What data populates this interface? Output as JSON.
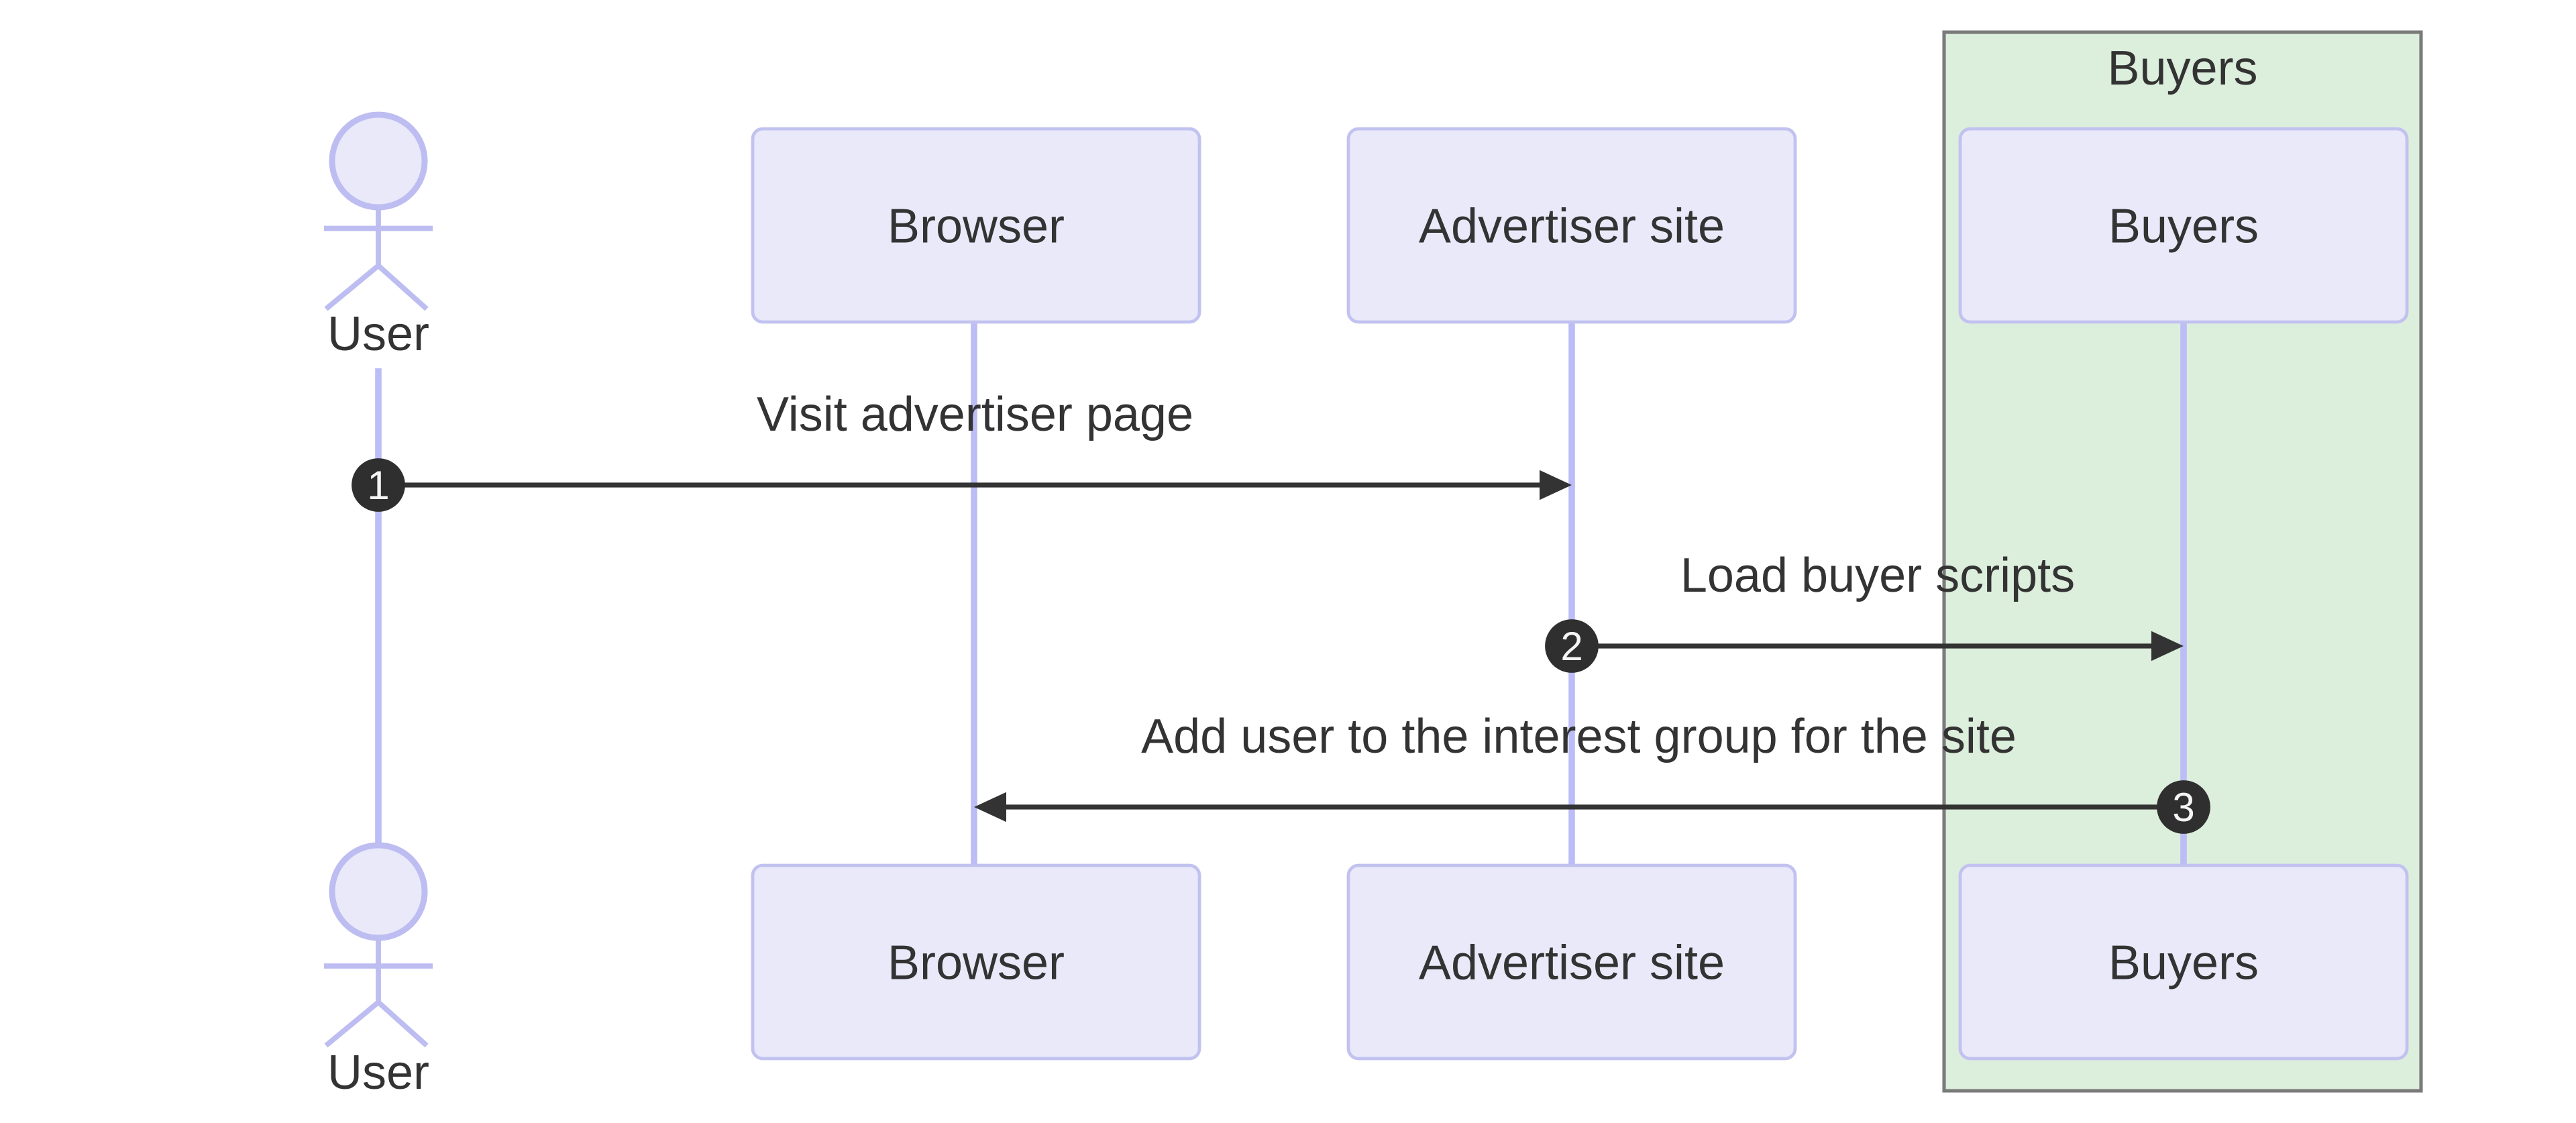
{
  "diagram_type": "sequence-diagram",
  "actors": {
    "user": {
      "label": "User"
    },
    "participants": [
      {
        "id": "browser",
        "label": "Browser"
      },
      {
        "id": "advertiser_site",
        "label": "Advertiser site"
      },
      {
        "id": "buyers",
        "label": "Buyers"
      }
    ]
  },
  "group": {
    "label": "Buyers",
    "fill": "#DCEEDC",
    "border": "#7A7A7A"
  },
  "messages": [
    {
      "number": "1",
      "label": "Visit advertiser page"
    },
    {
      "number": "2",
      "label": "Load buyer scripts"
    },
    {
      "number": "3",
      "label": "Add user to the interest group for the site"
    }
  ],
  "colors": {
    "participant_fill": "#E9E9FA",
    "participant_border": "#C2C2F0",
    "lifeline": "#BCBCF6",
    "signal": "#333333",
    "text": "#333333",
    "group_fill": "#DCEEDC",
    "group_border": "#7A7A7A",
    "sequence_number_fill": "#2F2F2F",
    "sequence_number_text": "#F5F5F5"
  }
}
